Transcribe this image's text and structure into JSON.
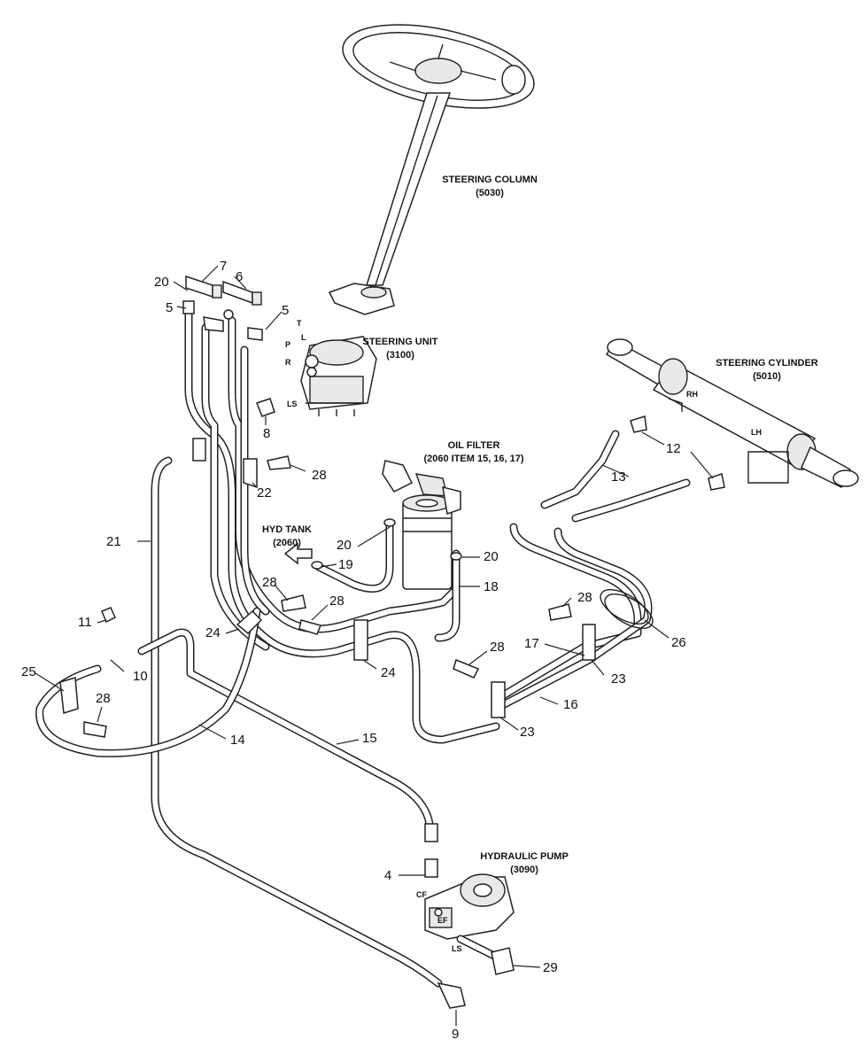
{
  "components": {
    "steering_column": {
      "name": "STEERING COLUMN",
      "ref": "(5030)"
    },
    "steering_unit": {
      "name": "STEERING UNIT",
      "ref": "(3100)"
    },
    "steering_cylinder": {
      "name": "STEERING CYLINDER",
      "ref": "(5010)"
    },
    "oil_filter": {
      "name": "OIL FILTER",
      "ref": "(2060 ITEM 15, 16, 17)"
    },
    "hyd_tank": {
      "name": "HYD TANK",
      "ref": "(2060)"
    },
    "hydraulic_pump": {
      "name": "HYDRAULIC PUMP",
      "ref": "(3090)"
    }
  },
  "ports": {
    "T": "T",
    "L": "L",
    "P": "P",
    "R": "R",
    "LS_unit": "LS",
    "RH": "RH",
    "LH": "LH",
    "CF": "CF",
    "EF": "EF",
    "LS_pump": "LS"
  },
  "callouts": [
    {
      "id": "c7",
      "text": "7"
    },
    {
      "id": "c6",
      "text": "6"
    },
    {
      "id": "c20a",
      "text": "20"
    },
    {
      "id": "c5a",
      "text": "5"
    },
    {
      "id": "c5b",
      "text": "5"
    },
    {
      "id": "c8",
      "text": "8"
    },
    {
      "id": "c28a",
      "text": "28"
    },
    {
      "id": "c22",
      "text": "22"
    },
    {
      "id": "c12",
      "text": "12"
    },
    {
      "id": "c13",
      "text": "13"
    },
    {
      "id": "c21",
      "text": "21"
    },
    {
      "id": "c20b",
      "text": "20"
    },
    {
      "id": "c19",
      "text": "19"
    },
    {
      "id": "c20c",
      "text": "20"
    },
    {
      "id": "c18",
      "text": "18"
    },
    {
      "id": "c28b",
      "text": "28"
    },
    {
      "id": "c28c",
      "text": "28"
    },
    {
      "id": "c28d",
      "text": "28"
    },
    {
      "id": "c11",
      "text": "11"
    },
    {
      "id": "c24a",
      "text": "24"
    },
    {
      "id": "c24b",
      "text": "24"
    },
    {
      "id": "c26",
      "text": "26"
    },
    {
      "id": "c17",
      "text": "17"
    },
    {
      "id": "c28e",
      "text": "28"
    },
    {
      "id": "c23a",
      "text": "23"
    },
    {
      "id": "c25",
      "text": "25"
    },
    {
      "id": "c10",
      "text": "10"
    },
    {
      "id": "c28f",
      "text": "28"
    },
    {
      "id": "c16",
      "text": "16"
    },
    {
      "id": "c23b",
      "text": "23"
    },
    {
      "id": "c14",
      "text": "14"
    },
    {
      "id": "c15",
      "text": "15"
    },
    {
      "id": "c4",
      "text": "4"
    },
    {
      "id": "c29",
      "text": "29"
    },
    {
      "id": "c9",
      "text": "9"
    }
  ]
}
